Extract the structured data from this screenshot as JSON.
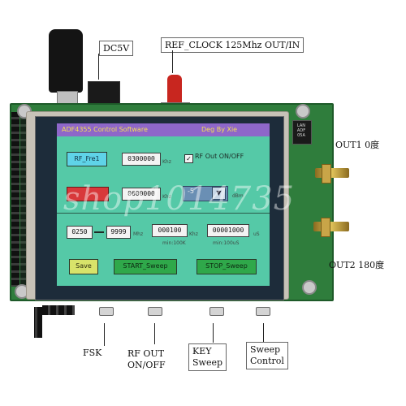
{
  "callouts": {
    "dc5v": "DC5V",
    "ref_clock": "REF_CLOCK 125Mhz OUT/IN",
    "out1": "OUT1 0度",
    "out2": "OUT2 180度",
    "fsk": "FSK",
    "rf_out_line1": "RF OUT",
    "rf_out_line2": "ON/OFF",
    "key_line1": "KEY",
    "key_line2": "Sweep",
    "sweep_line1": "Sweep",
    "sweep_line2": "Control"
  },
  "lcd": {
    "title_left": "ADF4355 Control Software",
    "title_right": "Deg By Xie",
    "rf_fre1_button": "RF_Fre1",
    "freq1_value": "0300000",
    "freq1_unit": "Khz",
    "rf_out_checkbox": "RF Out ON/OFF",
    "freq2_value": "0600000",
    "freq2_unit": "Khz",
    "power_value": "-5",
    "power_unit": "dBm",
    "sweep_start": "0250",
    "sweep_stop": "9999",
    "sweep_mhz_unit": "Mhz",
    "step_value": "000100",
    "step_unit": "Khz",
    "step_min": "min:100K",
    "time_value": "00001000",
    "time_unit": "uS",
    "time_min": "min:100uS",
    "save_button": "Save",
    "start_sweep_button": "START_Sweep",
    "stop_sweep_button": "STOP_Sweep"
  },
  "chip_text": "LAN ADF 05A",
  "watermark": "shop1014735",
  "colors": {
    "pcb": "#2f7d3c",
    "ui_bg": "#55c9a7",
    "title_bar": "#8e67c9",
    "title_text": "#f4dd56",
    "cyan_button": "#5fd3e8",
    "red_indicator": "#d8383a",
    "green_button": "#2fa84a",
    "save_button": "#d8e36a"
  }
}
